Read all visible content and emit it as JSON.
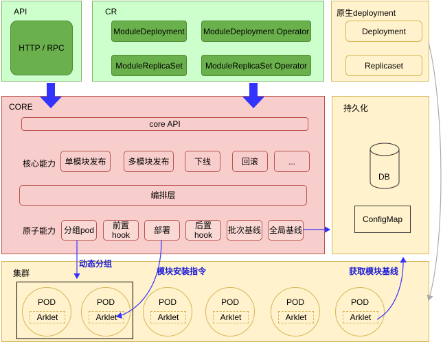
{
  "api": {
    "title": "API",
    "box": "HTTP / RPC"
  },
  "cr": {
    "title": "CR",
    "boxes": [
      "ModuleDeployment",
      "ModuleDeployment Operator",
      "ModuleReplicaSet",
      "ModuleReplicaSet Operator"
    ]
  },
  "native": {
    "title": "原生deployment",
    "boxes": [
      "Deployment",
      "Replicaset"
    ]
  },
  "core": {
    "title": "CORE",
    "core_api": "core API",
    "core_label": "核心能力",
    "core_items": [
      "单模块发布",
      "多模块发布",
      "下线",
      "回滚",
      "..."
    ],
    "orchestration": "编排层",
    "atomic_label": "原子能力",
    "atomic_items": [
      "分组pod",
      "前置\nhook",
      "部署",
      "后置\nhook",
      "批次基线",
      "全局基线"
    ]
  },
  "persistence": {
    "title": "持久化",
    "db": "DB",
    "configmap": "ConfigMap"
  },
  "cluster": {
    "title": "集群",
    "pod_label": "POD",
    "arklet_label": "Arklet"
  },
  "annotations": {
    "dynamic_group": "动态分组",
    "install_cmd": "模块安装指令",
    "fetch_baseline": "获取模块基线"
  },
  "colors": {
    "green_fill": "#ccffcc",
    "green_box": "#6ab04c",
    "red_fill": "#f8cecc",
    "yellow_fill": "#fff2cc",
    "blue_arrow": "#3333ff",
    "blue_text": "#1a1ad6"
  }
}
